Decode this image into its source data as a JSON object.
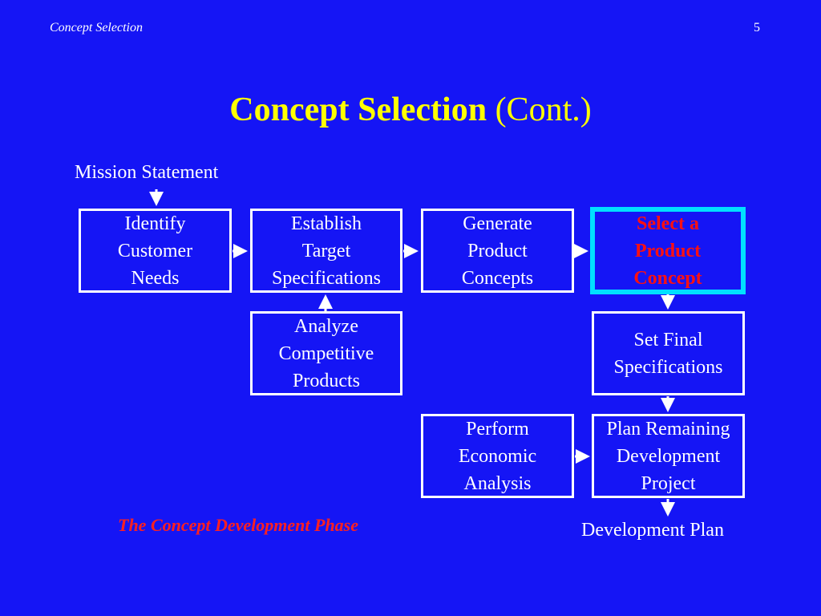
{
  "header": {
    "section": "Concept Selection",
    "page_number": "5"
  },
  "title": {
    "bold": "Concept Selection",
    "normal": "(Cont.)"
  },
  "diagram": {
    "mission_statement": "Mission Statement",
    "development_plan": "Development Plan",
    "boxes": {
      "identify": "Identify\nCustomer\nNeeds",
      "establish": "Establish\nTarget\nSpecifications",
      "generate": "Generate\nProduct\nConcepts",
      "select": "Select a\nProduct\nConcept",
      "analyze": "Analyze\nCompetitive\nProducts",
      "set_final": "Set Final\nSpecifications",
      "perform": "Perform\nEconomic\nAnalysis",
      "plan": "Plan Remaining\nDevelopment\nProject"
    },
    "colors": {
      "background": "#1515F5",
      "title": "#FFFF00",
      "highlight_border": "#00E0FF",
      "highlight_text": "#FF1010",
      "caption": "#FF2020"
    }
  },
  "caption": "The Concept Development Phase"
}
